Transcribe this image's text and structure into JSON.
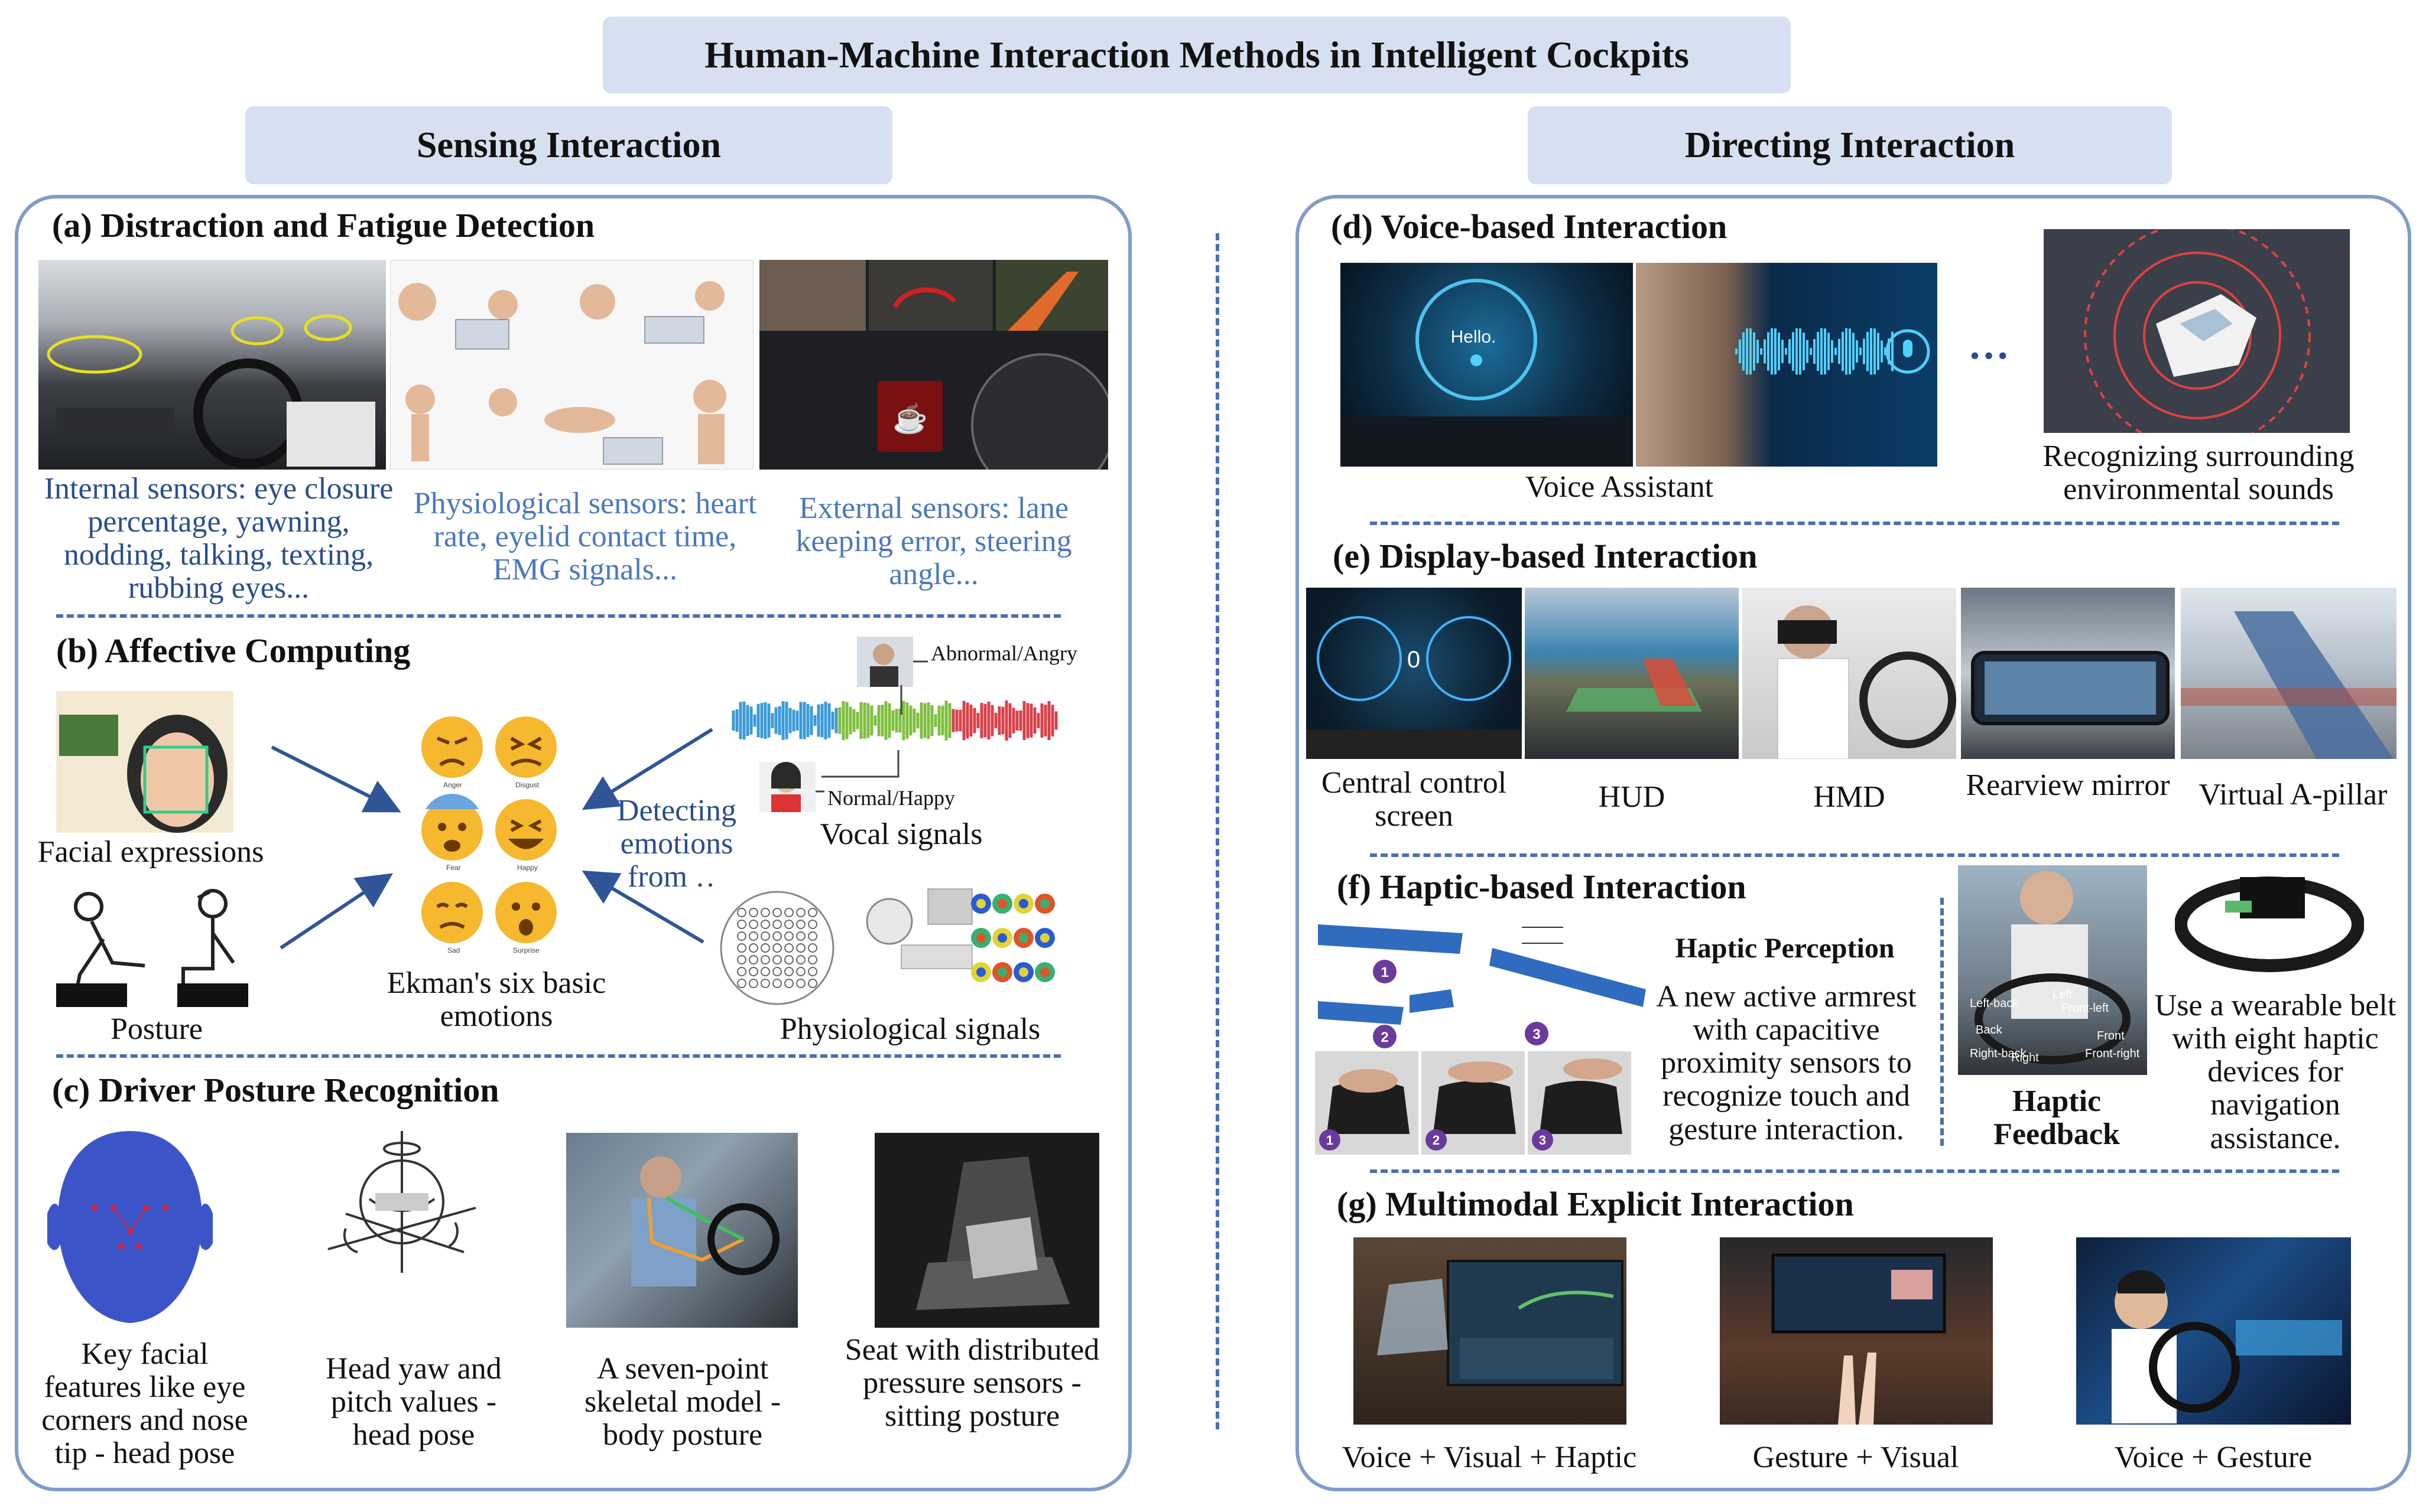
{
  "title": "Human-Machine Interaction Methods in Intelligent Cockpits",
  "left_header": "Sensing Interaction",
  "right_header": "Directing Interaction",
  "a": {
    "title": "(a) Distraction and Fatigue Detection",
    "cap1": "Internal sensors: eye closure percentage, yawning, nodding, talking, texting, rubbing eyes...",
    "cap2": "Physiological sensors: heart rate, eyelid contact time, EMG signals...",
    "cap3": "External sensors: lane keeping error, steering angle..."
  },
  "b": {
    "title": "(b) Affective Computing",
    "facial": "Facial expressions",
    "posture": "Posture",
    "ekman": "Ekman's six basic emotions",
    "detecting": "Detecting emotions from …",
    "vocal": "Vocal signals",
    "physio": "Physiological signals",
    "abnormal": "Abnormal/Angry",
    "normal": "Normal/Happy",
    "emotions": [
      "Anger",
      "Disgust",
      "Fear",
      "Happy",
      "Sad",
      "Surprise"
    ]
  },
  "c": {
    "title": "(c) Driver Posture Recognition",
    "cap1": "Key facial features like eye corners and nose tip - head pose",
    "cap2": "Head yaw and pitch values - head pose",
    "cap3": "A seven-point skeletal model - body posture",
    "cap4": "Seat with distributed pressure sensors - sitting posture"
  },
  "d": {
    "title": "(d) Voice-based Interaction",
    "voice_assistant": "Voice Assistant",
    "ellipsis": "…",
    "recognizing": "Recognizing surrounding environmental sounds"
  },
  "e": {
    "title": "(e) Display-based Interaction",
    "items": [
      "Central control screen",
      "HUD",
      "HMD",
      "Rearview mirror",
      "Virtual A-pillar"
    ]
  },
  "f": {
    "title": "(f) Haptic-based Interaction",
    "perception_title": "Haptic Perception",
    "perception_text": "A new active armrest with capacitive proximity sensors to recognize touch and gesture interaction.",
    "feedback_title": "Haptic Feedback",
    "belt_text": "Use a wearable belt with eight haptic devices for navigation assistance."
  },
  "g": {
    "title": "(g) Multimodal Explicit Interaction",
    "items": [
      "Voice + Visual + Haptic",
      "Gesture + Visual",
      "Voice + Gesture"
    ]
  },
  "colors": {
    "header_bg": "#d6e0f0",
    "panel_border": "#7f9dc9",
    "accent_blue": "#2a4d8f"
  }
}
